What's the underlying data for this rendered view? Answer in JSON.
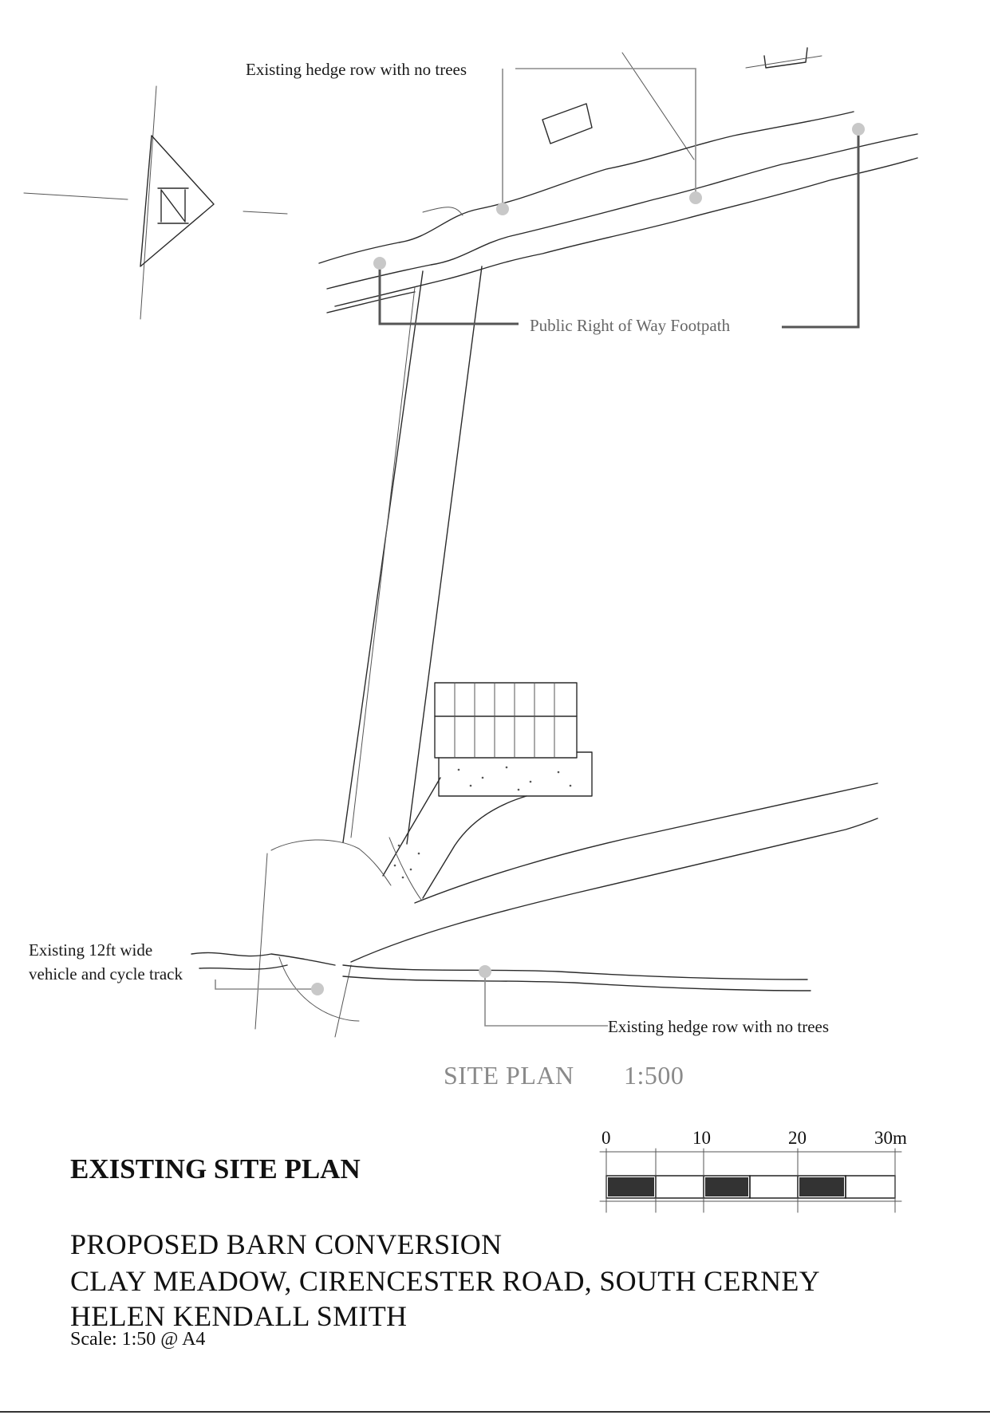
{
  "annotations": {
    "hedge_top": "Existing hedge row with no trees",
    "footpath": "Public Right of Way Footpath",
    "track_line1": "Existing 12ft wide",
    "track_line2": "vehicle and cycle track",
    "hedge_bottom": "Existing hedge row with no trees"
  },
  "drawing": {
    "title": "SITE PLAN",
    "scale": "1:500"
  },
  "scale_bar": {
    "labels": [
      "0",
      "10",
      "20",
      "30m"
    ]
  },
  "title_block": {
    "title": "EXISTING SITE PLAN",
    "project": "PROPOSED BARN CONVERSION",
    "address": "CLAY MEADOW, CIRENCESTER ROAD, SOUTH CERNEY",
    "client": "HELEN KENDALL SMITH",
    "scale_note": "Scale: 1:50 @ A4"
  },
  "colors": {
    "ink": "#2a2a2a",
    "leader": "#8a8a8a",
    "scale_fill": "#333333"
  }
}
